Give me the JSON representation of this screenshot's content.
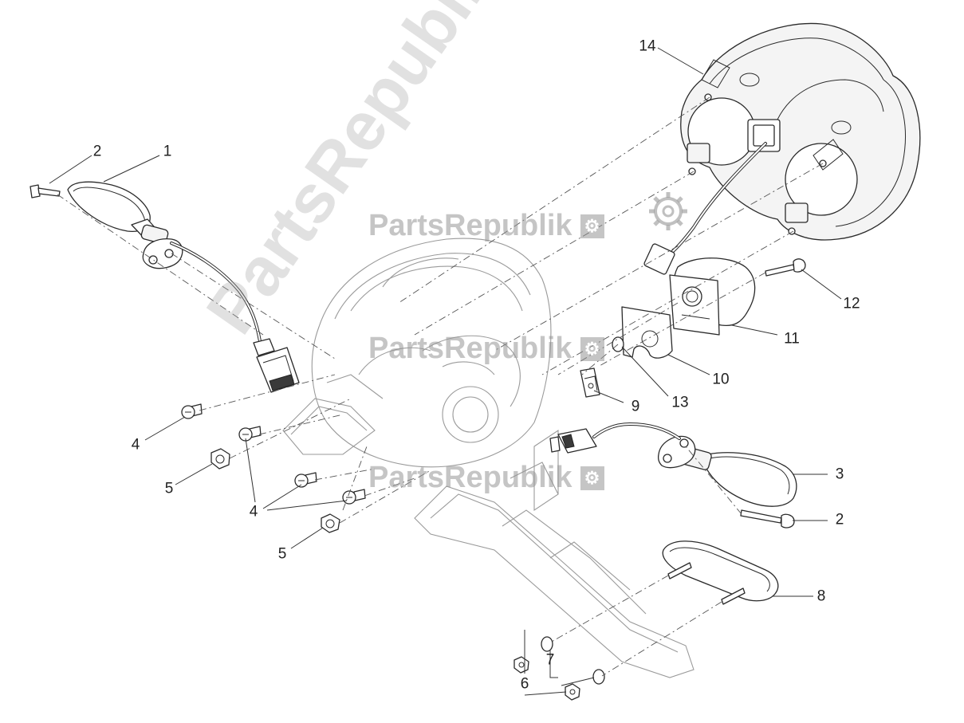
{
  "watermarks": [
    {
      "text": "PartsRepublik",
      "icon": "gear-icon"
    },
    {
      "text": "PartsRepublik",
      "icon": "gear-icon"
    },
    {
      "text": "PartsRepublik",
      "icon": "gear-icon"
    }
  ],
  "watermark_diagonal": "PartsRepublik",
  "callouts": {
    "c1": "1",
    "c2a": "2",
    "c2b": "2",
    "c3": "3",
    "c4a": "4",
    "c4b": "4",
    "c5a": "5",
    "c5b": "5",
    "c6": "6",
    "c7": "7",
    "c8": "8",
    "c9": "9",
    "c10": "10",
    "c11": "11",
    "c12": "12",
    "c13": "13",
    "c14": "14"
  },
  "colors": {
    "line": "#2a2a2a",
    "watermark": "#969696"
  }
}
